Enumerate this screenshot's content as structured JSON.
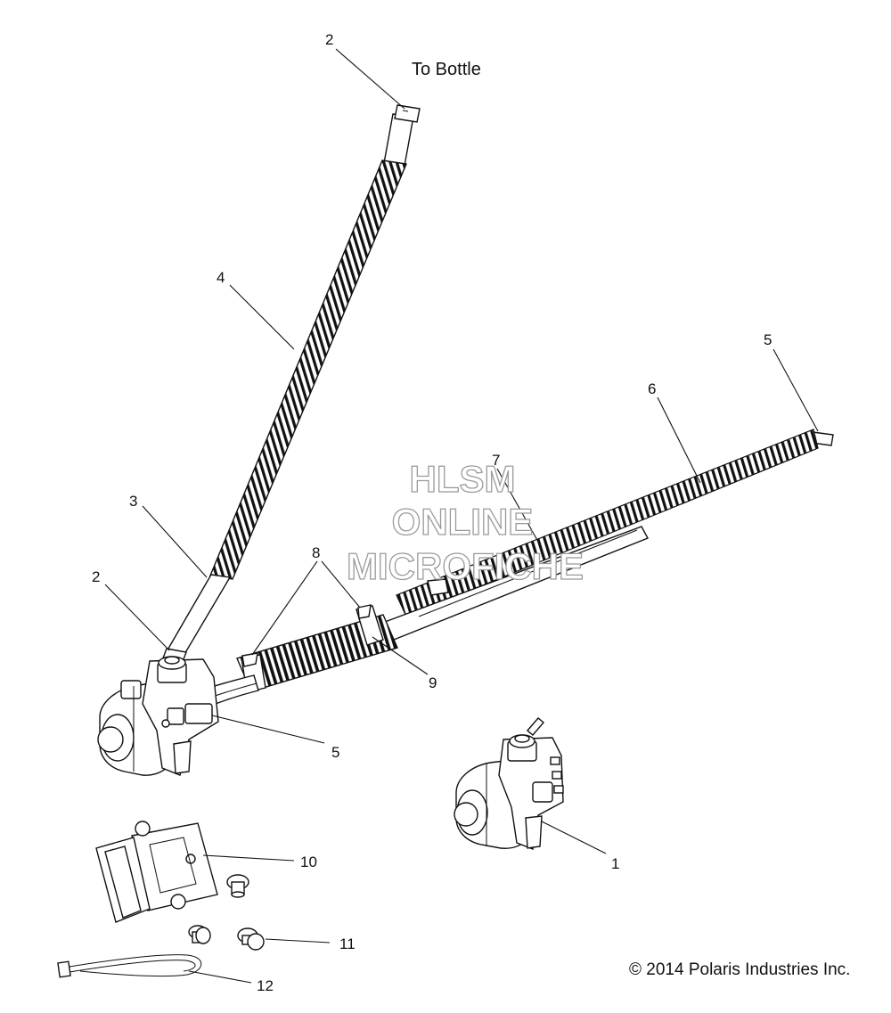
{
  "diagram": {
    "note_to_bottle": "To Bottle",
    "copyright": "© 2014 Polaris Industries Inc.",
    "watermark": {
      "line1": "HLSM",
      "line2": "ONLINE",
      "line3": "MICROFICHE"
    },
    "callouts": [
      {
        "id": "c2_top",
        "text": "2"
      },
      {
        "id": "c4",
        "text": "4"
      },
      {
        "id": "c3",
        "text": "3"
      },
      {
        "id": "c2_left",
        "text": "2"
      },
      {
        "id": "c8",
        "text": "8"
      },
      {
        "id": "c7",
        "text": "7"
      },
      {
        "id": "c6",
        "text": "6"
      },
      {
        "id": "c5_right",
        "text": "5"
      },
      {
        "id": "c9",
        "text": "9"
      },
      {
        "id": "c5_left",
        "text": "5"
      },
      {
        "id": "c1",
        "text": "1"
      },
      {
        "id": "c10",
        "text": "10"
      },
      {
        "id": "c11",
        "text": "11"
      },
      {
        "id": "c12",
        "text": "12"
      }
    ]
  }
}
